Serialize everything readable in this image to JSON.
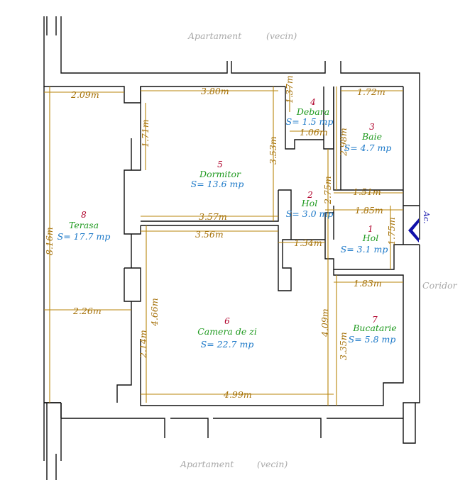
{
  "exterior": {
    "top_left": "Apartament",
    "top_right": "(vecin)",
    "bottom_left": "Apartament",
    "bottom_right": "(vecin)",
    "corridor": "Coridor",
    "access": "Ac."
  },
  "rooms": [
    {
      "number": "1",
      "name": "Hol",
      "area": "S= 3.1 mp"
    },
    {
      "number": "2",
      "name": "Hol",
      "area": "S= 3.0 mp"
    },
    {
      "number": "3",
      "name": "Baie",
      "area": "S= 4.7 mp"
    },
    {
      "number": "4",
      "name": "Debara",
      "area": "S= 1.5 mp"
    },
    {
      "number": "5",
      "name": "Dormitor",
      "area": "S= 13.6 mp"
    },
    {
      "number": "6",
      "name": "Camera de zi",
      "area": "S= 22.7 mp"
    },
    {
      "number": "7",
      "name": "Bucatarie",
      "area": "S= 5.8 mp"
    },
    {
      "number": "8",
      "name": "Terasa",
      "area": "S= 17.7 mp"
    }
  ],
  "dimensions": {
    "terasa_top": "2.09m",
    "terasa_mid": "2.26m",
    "terasa_height": "8.16m",
    "dormitor_width_top": "3.80m",
    "dormitor_width_bottom": "3.57m",
    "dormitor_height": "3.53m",
    "dormitor_left_wall": "1.71m",
    "debara_height": "1.37m",
    "debara_width": "1.06m",
    "baie_width": "1.72m",
    "baie_height": "2.98m",
    "baie_bottom": "1.51m",
    "hol2_height": "2.75m",
    "hol1_width": "1.85m",
    "hol1_height": "1.75m",
    "hol1_left": "1.34m",
    "camera_width_top": "3.56m",
    "camera_width_bottom": "4.99m",
    "camera_height": "4.66m",
    "camera_left_wall": "2.14m",
    "camera_right": "4.09m",
    "bucatarie_width": "1.83m",
    "bucatarie_height": "3.35m"
  }
}
